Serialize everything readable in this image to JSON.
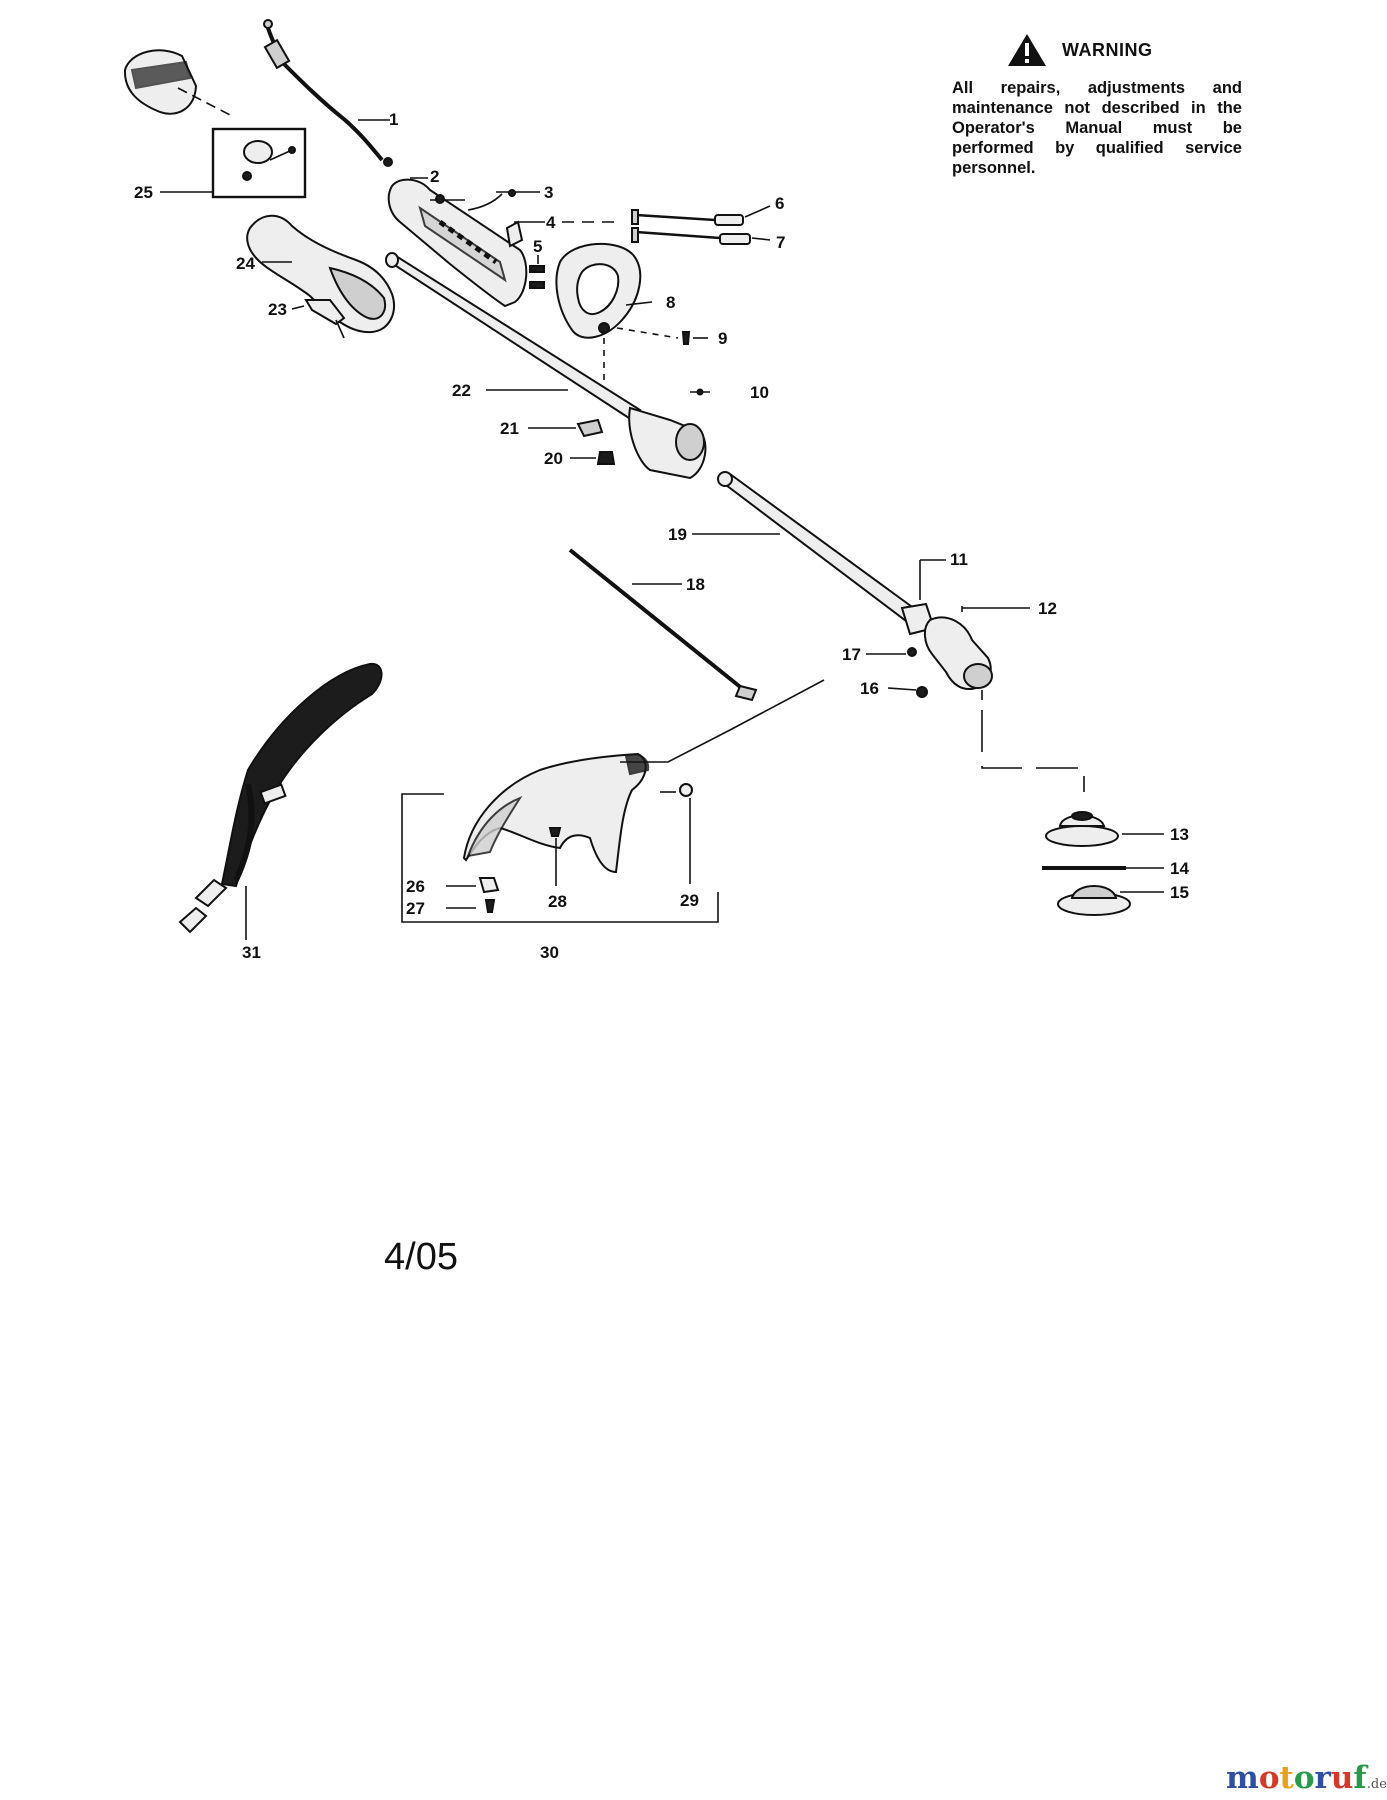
{
  "warning": {
    "title": "WARNING",
    "text": "All repairs, adjustments and maintenance not described in the Operator's Manual must be performed by qualified service personnel.",
    "icon": "warning-triangle-icon"
  },
  "date_code": "4/05",
  "watermark": {
    "name": "motoruf",
    "tld": ".de",
    "colors": [
      "#2f4fa0",
      "#d23a2a",
      "#e5a21a",
      "#2a9a4a",
      "#2f4fa0",
      "#d23a2a",
      "#2a9a4a"
    ]
  },
  "callouts": {
    "c1": "1",
    "c2": "2",
    "c3": "3",
    "c4": "4",
    "c5": "5",
    "c6": "6",
    "c7": "7",
    "c8": "8",
    "c9": "9",
    "c10": "10",
    "c11": "11",
    "c12": "12",
    "c13": "13",
    "c14": "14",
    "c15": "15",
    "c16": "16",
    "c17": "17",
    "c18": "18",
    "c19": "19",
    "c20": "20",
    "c21": "21",
    "c22": "22",
    "c23": "23",
    "c24": "24",
    "c25": "25",
    "c26": "26",
    "c27": "27",
    "c28": "28",
    "c29": "29",
    "c30": "30",
    "c31": "31"
  }
}
